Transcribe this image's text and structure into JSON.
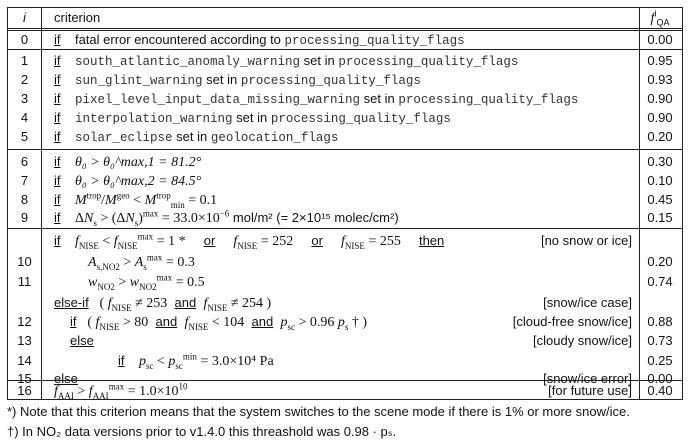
{
  "header": {
    "i": "i",
    "criterion": "criterion",
    "fqa": "f",
    "fqa_sup": "i",
    "fqa_sub": "QA"
  },
  "kw": {
    "if": "if",
    "or": "or",
    "then": "then",
    "else_if": "else-if",
    "else": "else",
    "and": "and",
    "set_in": "set in"
  },
  "rows": [
    {
      "i": "0",
      "text": "fatal error encountered according to",
      "flag": "processing_quality_flags",
      "val": "0.00"
    },
    {
      "i": "1",
      "flag": "south_atlantic_anomaly_warning",
      "flag2": "processing_quality_flags",
      "val": "0.95"
    },
    {
      "i": "2",
      "flag": "sun_glint_warning",
      "flag2": "processing_quality_flags",
      "val": "0.93"
    },
    {
      "i": "3",
      "flag": "pixel_level_input_data_missing_warning",
      "flag2": "processing_quality_flags",
      "val": "0.90"
    },
    {
      "i": "4",
      "flag": "interpolation_warning",
      "flag2": "processing_quality_flags",
      "val": "0.90"
    },
    {
      "i": "5",
      "flag": "solar_eclipse",
      "flag2": "geolocation_flags",
      "val": "0.20"
    },
    {
      "i": "6",
      "val": "0.30"
    },
    {
      "i": "7",
      "val": "0.10"
    },
    {
      "i": "8",
      "val": "0.45"
    },
    {
      "i": "9",
      "val": "0.15"
    },
    {
      "i": "10",
      "val": "0.20"
    },
    {
      "i": "11",
      "val": "0.74"
    },
    {
      "i": "12",
      "val": "0.88"
    },
    {
      "i": "13",
      "val": "0.73"
    },
    {
      "i": "14",
      "val": "0.25"
    },
    {
      "i": "15",
      "val": "0.00"
    },
    {
      "i": "16",
      "val": "0.40"
    }
  ],
  "math": {
    "r6": "θ₀ > θ₀^max,1 = 81.2°",
    "r7": "θ₀ > θ₀^max,2 = 84.5°",
    "r9_tail": "mol/m² (= 2×10¹⁵ molec/cm²)",
    "nise_a": "= 1 *",
    "nise_b": "= 252",
    "nise_c": "= 255",
    "r10": "= 0.3",
    "r11": "= 0.5",
    "r14": "= 3.0×10⁴ Pa"
  },
  "notes": {
    "no_snow": "[no snow or ice]",
    "snow_case": "[snow/ice case]",
    "cloud_free": "[cloud-free snow/ice]",
    "cloudy": "[cloudy snow/ice]",
    "snow_error": "[snow/ice error]",
    "future": "[for future use]"
  },
  "footnotes": {
    "f1": "*) Note that this criterion means that the system switches to the scene mode if there is 1% or more snow/ice.",
    "f2": "†) In NO₂ data versions prior to v1.4.0 this threashold was 0.98 · pₛ."
  }
}
